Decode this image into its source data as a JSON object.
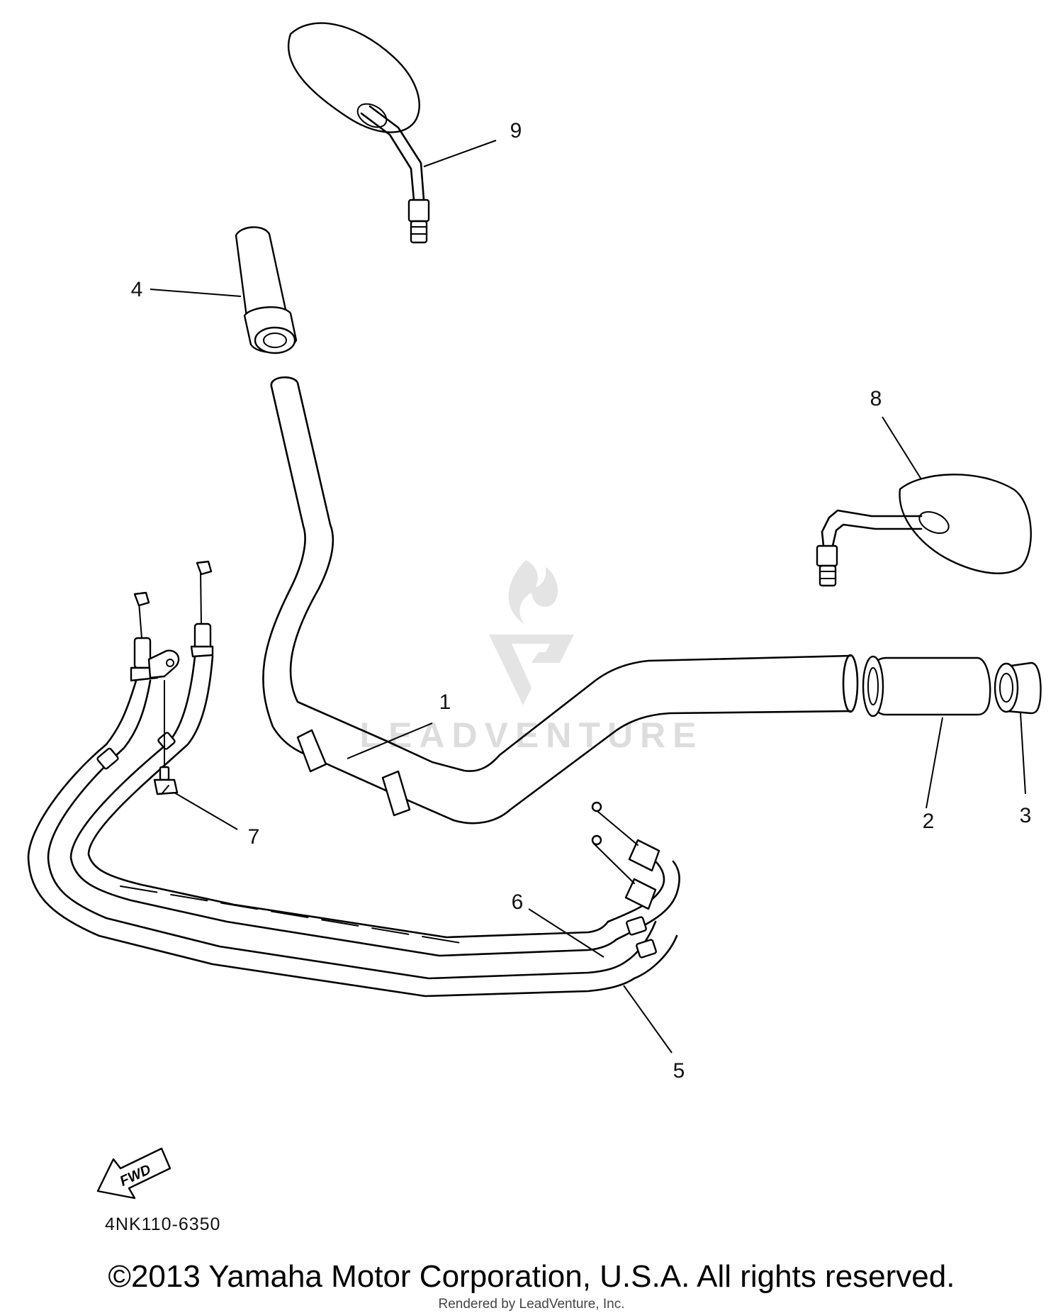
{
  "diagram": {
    "callouts": [
      {
        "number": "1",
        "part": "handlebar"
      },
      {
        "number": "2",
        "part": "grip-right"
      },
      {
        "number": "3",
        "part": "grip-end"
      },
      {
        "number": "4",
        "part": "grip-left"
      },
      {
        "number": "5",
        "part": "throttle-cable-2"
      },
      {
        "number": "6",
        "part": "throttle-cable-1"
      },
      {
        "number": "7",
        "part": "screw"
      },
      {
        "number": "8",
        "part": "mirror-right"
      },
      {
        "number": "9",
        "part": "mirror-left"
      }
    ],
    "direction_label": "FWD",
    "drawing_code": "4NK110-6350"
  },
  "watermark": {
    "text": "LEADVENTURE"
  },
  "footer": {
    "copyright": "©2013 Yamaha Motor Corporation, U.S.A. All rights reserved.",
    "rendered_by": "Rendered by LeadVenture, Inc."
  }
}
